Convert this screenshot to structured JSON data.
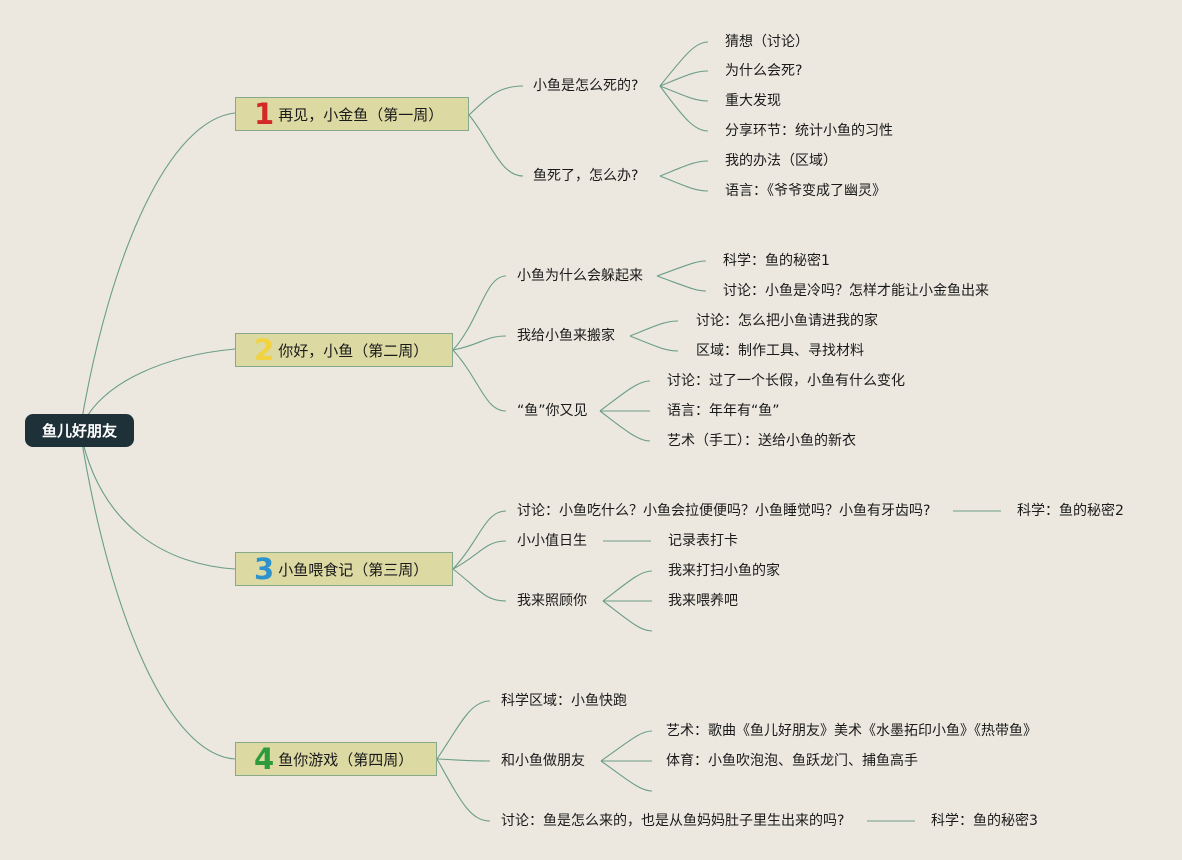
{
  "colors": {
    "background": "#ece8e0",
    "root_fill": "#1e3138",
    "week_fill": "#dcd9a3",
    "connector": "#6b9e86",
    "num_1": "#d42a26",
    "num_2": "#f2d23e",
    "num_3": "#2e92cc",
    "num_4": "#2d9a3c"
  },
  "root": "鱼儿好朋友",
  "weeks": [
    {
      "num": "1",
      "title": "再见，小金鱼（第一周）",
      "topics": [
        {
          "label": "小鱼是怎么死的?",
          "items": [
            "猜想（讨论）",
            "为什么会死?",
            "重大发现",
            "分享环节：统计小鱼的习性"
          ]
        },
        {
          "label": "鱼死了，怎么办?",
          "items": [
            "我的办法（区域）",
            "语言：《爷爷变成了幽灵》"
          ]
        }
      ]
    },
    {
      "num": "2",
      "title": "你好，小鱼（第二周）",
      "topics": [
        {
          "label": "小鱼为什么会躲起来",
          "items": [
            "科学：鱼的秘密1",
            "讨论：小鱼是冷吗？怎样才能让小金鱼出来"
          ]
        },
        {
          "label": "我给小鱼来搬家",
          "items": [
            "讨论：怎么把小鱼请进我的家",
            "区域：制作工具、寻找材料"
          ]
        },
        {
          "label": "“鱼”你又见",
          "items": [
            "讨论：过了一个长假，小鱼有什么变化",
            "语言：年年有“鱼”",
            "艺术（手工）：送给小鱼的新衣"
          ]
        }
      ]
    },
    {
      "num": "3",
      "title": "小鱼喂食记（第三周）",
      "topics": [
        {
          "label": "讨论：小鱼吃什么？小鱼会拉便便吗？小鱼睡觉吗？小鱼有牙齿吗?",
          "items": [
            "科学：鱼的秘密2"
          ]
        },
        {
          "label": "小小值日生",
          "items": [
            "记录表打卡"
          ]
        },
        {
          "label": "我来照顾你",
          "items": [
            "我来打扫小鱼的家",
            "我来喂养吧",
            ""
          ]
        }
      ]
    },
    {
      "num": "4",
      "title": "鱼你游戏（第四周）",
      "topics": [
        {
          "label": "科学区域：小鱼快跑",
          "items": []
        },
        {
          "label": "和小鱼做朋友",
          "items": [
            "艺术：歌曲《鱼儿好朋友》美术《水墨拓印小鱼》《热带鱼》",
            "体育：小鱼吹泡泡、鱼跃龙门、捕鱼高手",
            ""
          ]
        },
        {
          "label": "讨论：鱼是怎么来的，也是从鱼妈妈肚子里生出来的吗?",
          "items": [
            "科学：鱼的秘密3"
          ]
        }
      ]
    }
  ]
}
